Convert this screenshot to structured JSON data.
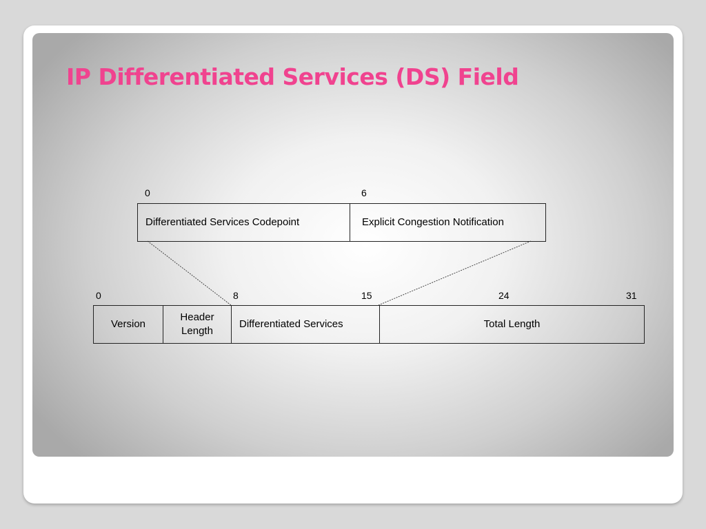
{
  "title": "IP Differentiated Services (DS) Field",
  "ds_field": {
    "bit_labels": [
      "0",
      "6"
    ],
    "fields": [
      "Differentiated Services Codepoint",
      "Explicit Congestion Notification"
    ]
  },
  "ip_header": {
    "bit_labels": [
      "0",
      "8",
      "15",
      "24",
      "31"
    ],
    "fields": [
      "Version",
      "Header Length",
      "Differentiated Services",
      "Total Length"
    ]
  }
}
